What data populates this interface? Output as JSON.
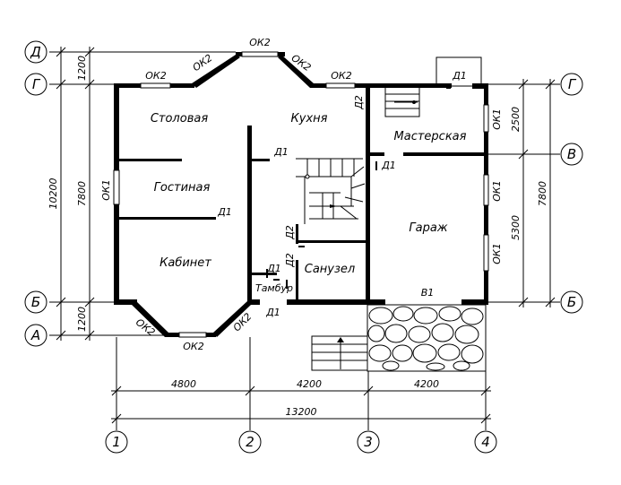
{
  "axes": {
    "letters": [
      "Д",
      "Г",
      "В",
      "Б",
      "А"
    ],
    "numbers": [
      "1",
      "2",
      "3",
      "4"
    ]
  },
  "rooms": {
    "dining": "Столовая",
    "kitchen": "Кухня",
    "workshop": "Мастерская",
    "living": "Гостиная",
    "garage": "Гараж",
    "study": "Кабинет",
    "bathroom": "Санузел",
    "vestibule": "Тамбур"
  },
  "labels": {
    "window1": "ОК1",
    "window2": "ОК2",
    "door1": "Д1",
    "door2": "Д2",
    "gate": "В1"
  },
  "dimensions": {
    "left_total": "10200",
    "left_top": "1200",
    "left_mid": "7800",
    "left_bottom": "1200",
    "right_top": "2500",
    "right_mid": "5300",
    "right_total": "7800",
    "bottom_1": "4800",
    "bottom_2": "4200",
    "bottom_3": "4200",
    "bottom_total": "13200"
  }
}
